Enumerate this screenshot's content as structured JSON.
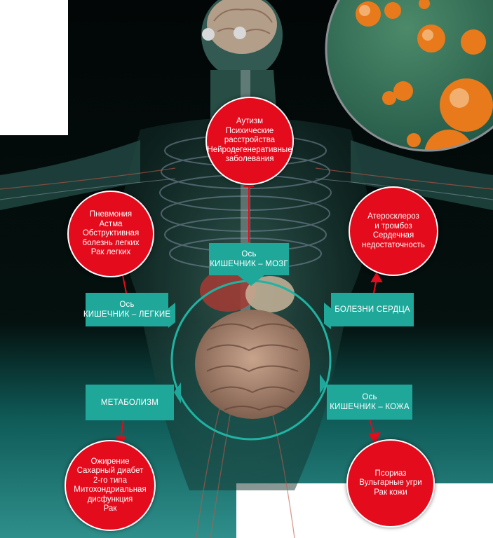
{
  "colors": {
    "disease_fill": "#e30b1c",
    "axis_fill": "#1fa89a",
    "ring": "#20b3a3",
    "arrow": "#e30b1c",
    "text": "#ffffff"
  },
  "diseases": {
    "brain": [
      "Аутизм",
      "Психические",
      "расстройства",
      "Нейродегенеративные",
      "заболевания"
    ],
    "lungs": [
      "Пневмония",
      "Астма",
      "Обструктивная",
      "болезнь легких",
      "Рак легких"
    ],
    "heart": [
      "Атеросклероз",
      "и тромбоз",
      "Сердечная",
      "недостаточность"
    ],
    "metabolism": [
      "Ожирение",
      "Сахарный диабет",
      "2-го типа",
      "Митохондриальная",
      "дисфункция",
      "Рак"
    ],
    "skin": [
      "Псориаз",
      "Вульгарные угри",
      "Рак кожи"
    ]
  },
  "axes": {
    "gut_brain": [
      "Ось",
      "КИШЕЧНИК – МОЗГ"
    ],
    "gut_lung": [
      "Ось",
      "КИШЕЧНИК – ЛЕГКИЕ"
    ],
    "heart_disease": [
      "БОЛЕЗНИ СЕРДЦА"
    ],
    "metabolism": [
      "МЕТАБОЛИЗМ"
    ],
    "gut_skin": [
      "Ось",
      "КИШЕЧНИК – КОЖА"
    ]
  }
}
